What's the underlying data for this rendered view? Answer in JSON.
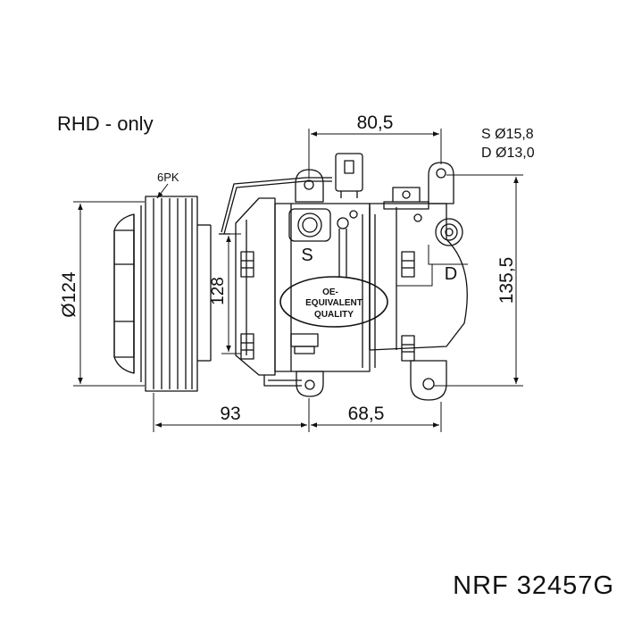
{
  "note_rhd": "RHD - only",
  "pulley": {
    "type": "6PK"
  },
  "ports": {
    "suction": {
      "letter": "S",
      "spec": "S Ø15,8"
    },
    "discharge": {
      "letter": "D",
      "spec": "D Ø13,0"
    }
  },
  "dimensions": {
    "top_width": "80,5",
    "pulley_diameter": "Ø124",
    "body_height": "128",
    "total_height": "135,5",
    "pulley_to_mount": "93",
    "mount_to_rear": "68,5"
  },
  "stamp": {
    "line1": "OE-",
    "line2": "EQUIVALENT",
    "line3": "QUALITY"
  },
  "footer": {
    "brand": "NRF",
    "part_number": "32457G"
  }
}
